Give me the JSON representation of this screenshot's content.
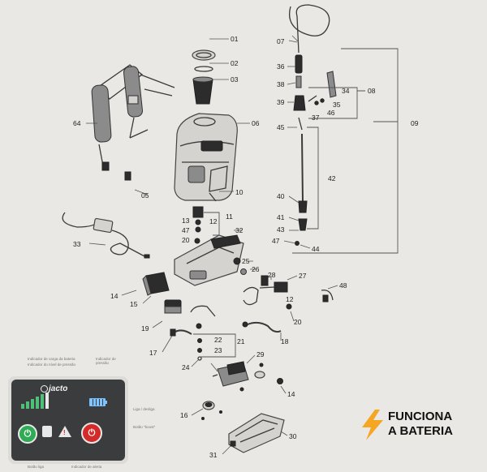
{
  "labels": {
    "p01": "01",
    "p02": "02",
    "p03": "03",
    "p05": "05",
    "p06": "06",
    "p07": "07",
    "p08": "08",
    "p09": "09",
    "p10": "10",
    "p11": "11",
    "p12": "12",
    "p12b": "12",
    "p13": "13",
    "p14": "14",
    "p14b": "14",
    "p15": "15",
    "p16": "16",
    "p17": "17",
    "p18": "18",
    "p19": "19",
    "p20": "20",
    "p20b": "20",
    "p21": "21",
    "p22": "22",
    "p23": "23",
    "p24": "24",
    "p25": "25",
    "p26": "26",
    "p27": "27",
    "p28": "28",
    "p29": "29",
    "p30": "30",
    "p31": "31",
    "p32": "32",
    "p33": "33",
    "p34": "34",
    "p35": "35",
    "p36": "36",
    "p37": "37",
    "p38": "38",
    "p39": "39",
    "p40": "40",
    "p41": "41",
    "p42": "42",
    "p43": "43",
    "p44": "44",
    "p45": "45",
    "p46": "46",
    "p47": "47",
    "p47b": "47",
    "p48": "48",
    "p64": "64"
  },
  "control_panel": {
    "brand": "jacto",
    "label_charge": "Indicador de carga da bateria",
    "label_level": "Indicador do nível de pressão",
    "label_pressure": "Indicador de pressão",
    "label_onoff": "Liga / desliga",
    "label_boost": "Botão \"boost\"",
    "label_power": "Botão liga",
    "label_warning": "Indicador de alerta"
  },
  "slogan": {
    "line1": "FUNCIONA",
    "line2": "A BATERIA"
  },
  "colors": {
    "background": "#e9e8e4",
    "panel": "#3b3c3e",
    "power_green": "#2faa55",
    "stop_red": "#d42a2a",
    "battery_blue": "#7fc3ff",
    "bolt_orange": "#f5a623"
  }
}
